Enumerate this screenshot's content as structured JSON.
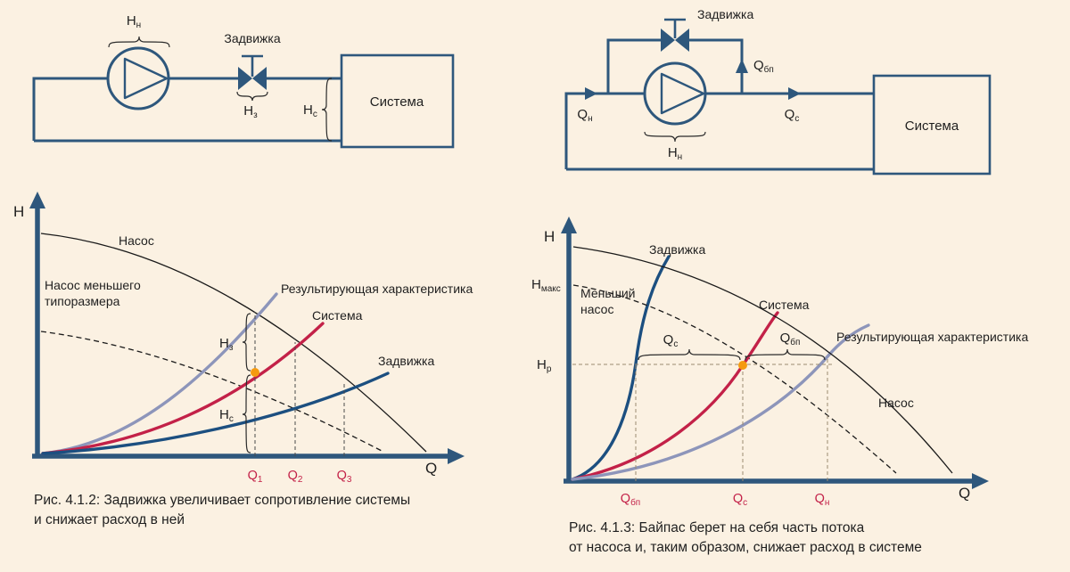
{
  "palette": {
    "background": "#fbf1e2",
    "steel": "#2e577c",
    "red": "#c32148",
    "periwinkle": "#8d95ba",
    "darkblue": "#1c4f80",
    "orange": "#f59a0f",
    "ink": "#1f1f1f"
  },
  "left_schematic": {
    "pump_head": {
      "base": "Н",
      "sub": "н"
    },
    "valve_title": "Задвижка",
    "valve_head": {
      "base": "Н",
      "sub": "з"
    },
    "system_head": {
      "base": "Н",
      "sub": "с"
    },
    "system_box": "Система"
  },
  "right_schematic": {
    "valve_title": "Задвижка",
    "flow_in": {
      "base": "Q",
      "sub": "н"
    },
    "flow_bypass": {
      "base": "Q",
      "sub": "бп"
    },
    "flow_out": {
      "base": "Q",
      "sub": "с"
    },
    "pump_head": {
      "base": "Н",
      "sub": "н"
    },
    "system_box": "Система"
  },
  "left_chart": {
    "axis_y": "H",
    "axis_x": "Q",
    "curve_labels": {
      "pump": "Насос",
      "small_pump_line1": "Насос меньшего",
      "small_pump_line2": "типоразмера",
      "resulting": "Результирующая характеристика",
      "system": "Система",
      "valve": "Задвижка"
    },
    "head_marks": {
      "valve": {
        "base": "Н",
        "sub": "з"
      },
      "system": {
        "base": "Н",
        "sub": "с"
      }
    },
    "x_ticks": [
      {
        "base": "Q",
        "sub": "1"
      },
      {
        "base": "Q",
        "sub": "2"
      },
      {
        "base": "Q",
        "sub": "3"
      }
    ],
    "caption_line1": "Рис. 4.1.2: Задвижка увеличивает сопротивление системы",
    "caption_line2": "и снижает расход в ней"
  },
  "right_chart": {
    "axis_y": "H",
    "axis_x": "Q",
    "curve_labels": {
      "valve": "Задвижка",
      "small_pump_line1": "Меньший",
      "small_pump_line2": "насос",
      "system": "Система",
      "resulting": "Результирующая характеристика",
      "pump": "Насос"
    },
    "head_marks": {
      "max": {
        "base": "Н",
        "sub": "макс"
      },
      "duty": {
        "base": "Н",
        "sub": "р"
      }
    },
    "flow_marks": {
      "system": {
        "base": "Q",
        "sub": "с"
      },
      "bypass": {
        "base": "Q",
        "sub": "бп"
      }
    },
    "x_ticks": [
      {
        "base": "Q",
        "sub": "бп"
      },
      {
        "base": "Q",
        "sub": "с"
      },
      {
        "base": "Q",
        "sub": "н"
      }
    ],
    "caption_line1": "Рис. 4.1.3: Байпас берет на себя часть потока",
    "caption_line2": "от насоса и, таким образом, снижает расход в системе"
  },
  "chart_data": [
    {
      "type": "line",
      "xlabel": "Q",
      "ylabel": "H",
      "series": [
        {
          "name": "Насос",
          "color": "#1a1a1a",
          "line_style": "thin solid, falling pump curve"
        },
        {
          "name": "Насос меньшего типоразмера",
          "color": "#1a1a1a",
          "line_style": "thin dashed, lower falling pump curve"
        },
        {
          "name": "Результирующая характеристика",
          "color": "#8d95ba",
          "line_style": "thick solid, rising"
        },
        {
          "name": "Система",
          "color": "#c32148",
          "line_style": "thick solid, rising"
        },
        {
          "name": "Задвижка",
          "color": "#1c4f80",
          "line_style": "thick solid, rising (flattest)"
        }
      ],
      "x_marks": [
        "Q1",
        "Q2",
        "Q3"
      ],
      "y_marks": [
        "Нз",
        "Нс"
      ],
      "operating_point": "orange dot at Q1 on system curve"
    },
    {
      "type": "line",
      "xlabel": "Q",
      "ylabel": "H",
      "series": [
        {
          "name": "Задвижка",
          "color": "#1c4f80",
          "line_style": "thick solid, steep rising"
        },
        {
          "name": "Меньший насос",
          "color": "#1a1a1a",
          "line_style": "thin dashed, falling from Нмакс"
        },
        {
          "name": "Система",
          "color": "#c32148",
          "line_style": "thick solid, rising through duty point"
        },
        {
          "name": "Результирующая характеристика",
          "color": "#8d95ba",
          "line_style": "thick solid, rising, meets pump at Qн"
        },
        {
          "name": "Насос",
          "color": "#1a1a1a",
          "line_style": "thin solid, falling pump curve"
        }
      ],
      "x_marks": [
        "Qбп",
        "Qс",
        "Qн"
      ],
      "y_marks": [
        "Нмакс",
        "Нр"
      ],
      "operating_point": "orange dot at Qс on system curve at head Нр"
    }
  ]
}
